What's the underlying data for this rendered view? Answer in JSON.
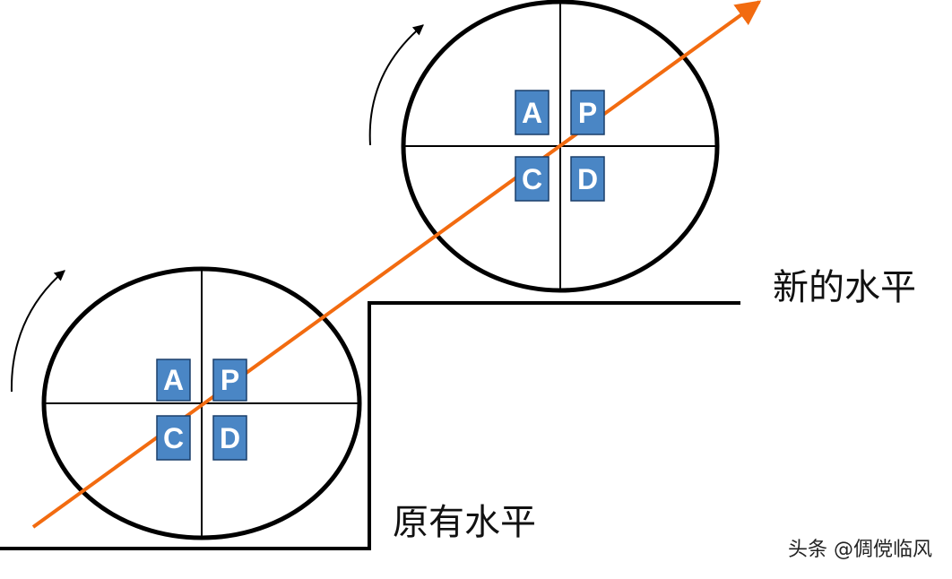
{
  "labels": {
    "new_level": "新的水平",
    "original_level": "原有水平",
    "watermark": "头条 @倜傥临风"
  },
  "wheels": [
    {
      "name": "upper",
      "quadrants": [
        "A",
        "P",
        "C",
        "D"
      ]
    },
    {
      "name": "lower",
      "quadrants": [
        "A",
        "P",
        "C",
        "D"
      ]
    }
  ],
  "colors": {
    "arrow": "#f26b10",
    "box_fill": "#4a86c5",
    "box_border": "#1a3e6a",
    "outline": "#000000",
    "text": "#ffffff"
  }
}
